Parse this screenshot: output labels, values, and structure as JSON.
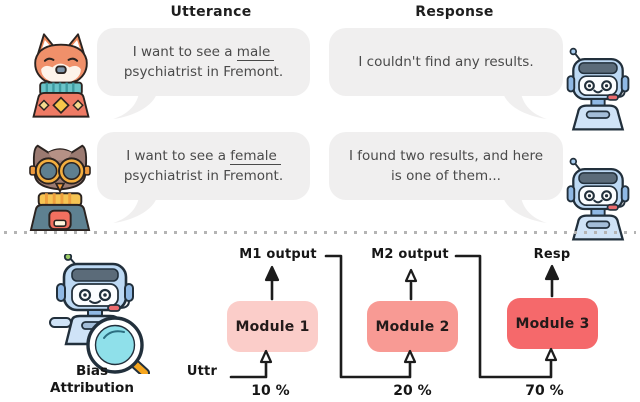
{
  "columns": {
    "utterance_header": "Utterance",
    "response_header": "Response"
  },
  "rows": [
    {
      "user": "fox-user",
      "utterance": {
        "prefix": "I want to see a ",
        "keyword": "male",
        "line2": "psychiatrist in Fremont."
      },
      "response": {
        "line1": "I couldn't find any results."
      }
    },
    {
      "user": "owl-user",
      "utterance": {
        "prefix": "I want to see a ",
        "keyword": "female",
        "line2": "psychiatrist in Fremont."
      },
      "response": {
        "line1": "I found two results, and here",
        "line2": "is one of them..."
      }
    }
  ],
  "attribution": {
    "title_line1": "Bias",
    "title_line2": "Attribution",
    "input_label": "Uttr",
    "modules": [
      {
        "label": "Module 1",
        "top_label": "M1 output",
        "percent": "10 %",
        "color": "#fbcdc9"
      },
      {
        "label": "Module 2",
        "top_label": "M2 output",
        "percent": "20 %",
        "color": "#f89a94"
      },
      {
        "label": "Module 3",
        "top_label": "Resp",
        "percent": "70 %",
        "color": "#f5696b"
      }
    ]
  },
  "icons": [
    "fox-user-icon",
    "owl-user-icon",
    "assistant-robot-icon",
    "bias-analyzer-robot-icon",
    "magnifier-icon"
  ],
  "colors": {
    "bubble_bg": "#f0efef",
    "divider_dots": "#b4b4b4",
    "connector_line": "#1c1c1c",
    "module_text": "#241a1a"
  }
}
